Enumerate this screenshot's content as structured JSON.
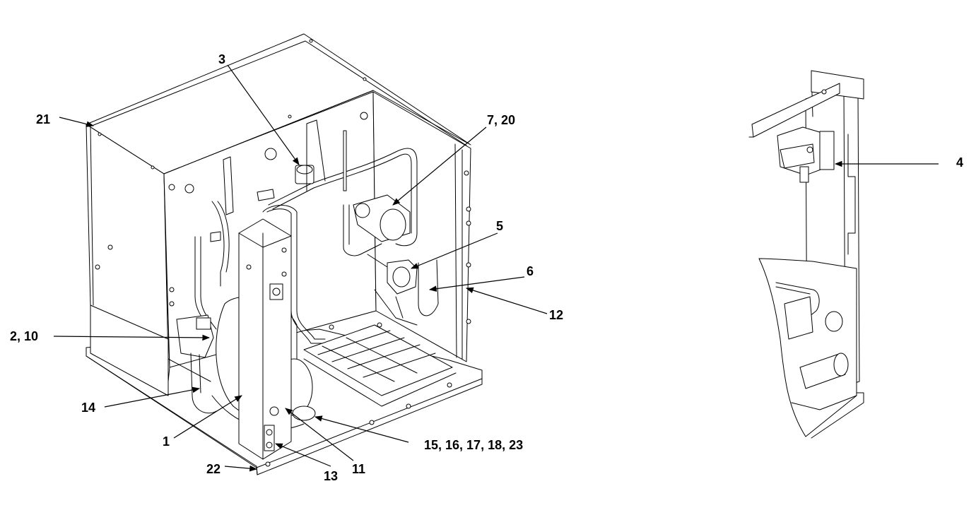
{
  "callouts": [
    {
      "id": "c3",
      "text": "3"
    },
    {
      "id": "c7",
      "text": "7, 20"
    },
    {
      "id": "c21",
      "text": "21"
    },
    {
      "id": "c5",
      "text": "5"
    },
    {
      "id": "c6",
      "text": "6"
    },
    {
      "id": "c12",
      "text": "12"
    },
    {
      "id": "c2",
      "text": "2, 10"
    },
    {
      "id": "c14",
      "text": "14"
    },
    {
      "id": "c1",
      "text": "1"
    },
    {
      "id": "c15",
      "text": "15, 16, 17, 18, 23"
    },
    {
      "id": "c22",
      "text": "22"
    },
    {
      "id": "c13",
      "text": "13"
    },
    {
      "id": "c11",
      "text": "11"
    },
    {
      "id": "c4",
      "text": "4"
    }
  ],
  "colors": {
    "line": "#000000",
    "background": "#ffffff"
  }
}
